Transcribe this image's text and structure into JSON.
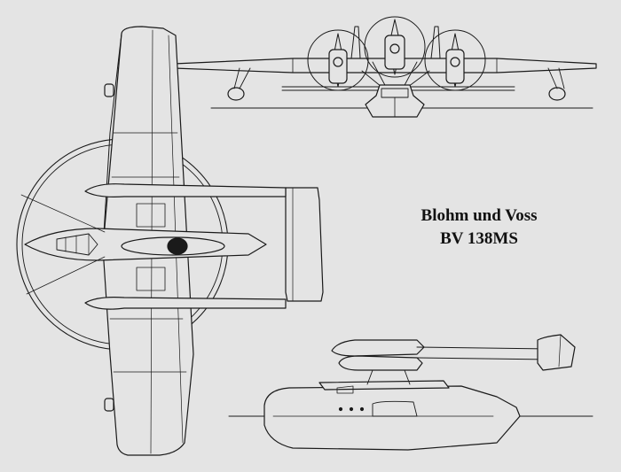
{
  "title": {
    "line1": "Blohm und Voss",
    "line2": "BV 138MS"
  },
  "views": [
    "front-view",
    "top-view",
    "side-view"
  ],
  "colors": {
    "background": "#e4e4e4",
    "ink": "#1a1a1a"
  }
}
